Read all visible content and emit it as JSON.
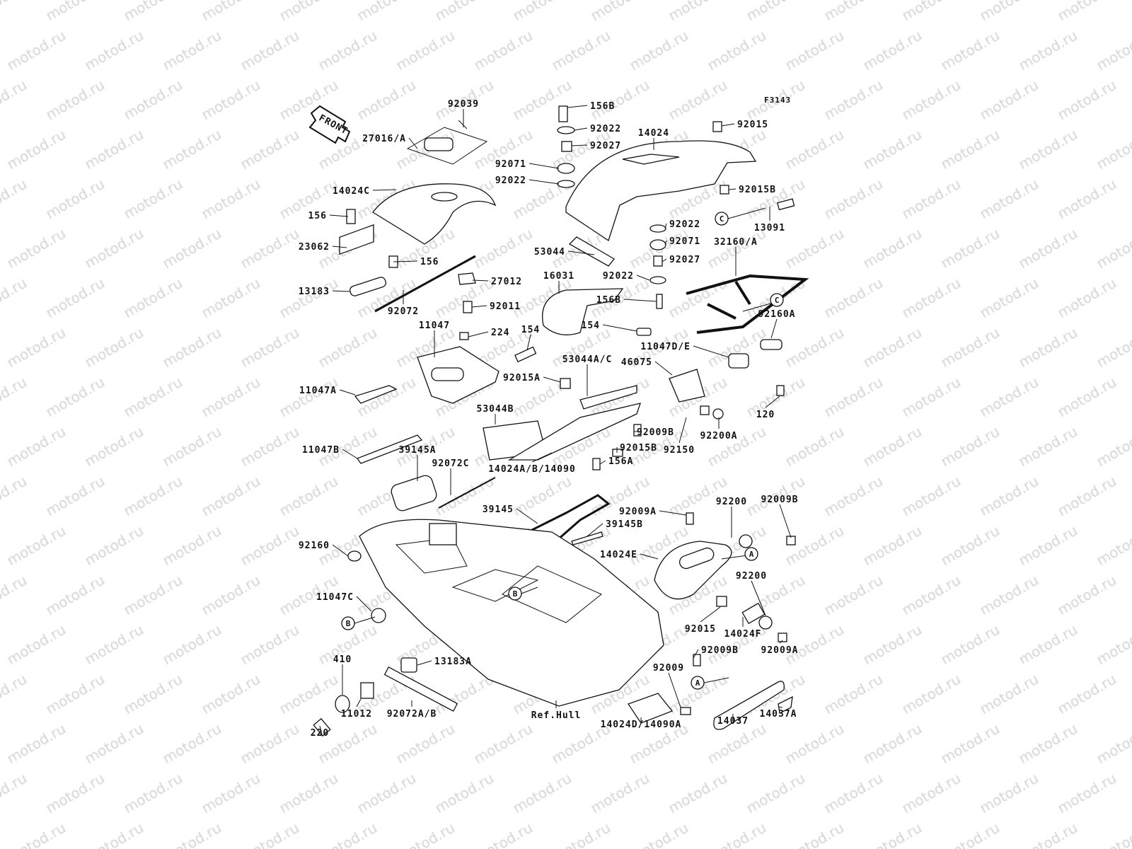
{
  "diagram": {
    "figure_code": "F3143",
    "front_arrow": "FRONT",
    "watermark": "motod.ru",
    "labels": [
      "92039",
      "27016/A",
      "92071",
      "92022",
      "14024C",
      "156",
      "23062",
      "156",
      "13183",
      "27012",
      "92011",
      "92072",
      "11047",
      "224",
      "154",
      "11047A",
      "92015A",
      "53044B",
      "11047B",
      "39145A",
      "92072C",
      "14024A/B/14090",
      "156A",
      "92015B",
      "92009B",
      "92150",
      "92200A",
      "120",
      "46075",
      "11047D/E",
      "53044A/C",
      "92160A",
      "154",
      "156B",
      "16031",
      "92022",
      "92027",
      "92071",
      "92022",
      "53044",
      "32160/A",
      "13091",
      "92015B",
      "92015",
      "14024",
      "156B",
      "92022",
      "92027",
      "39145",
      "39145B",
      "92009A",
      "92200",
      "92009B",
      "14024E",
      "92160",
      "11047C",
      "92200",
      "92015",
      "14024F",
      "92009B",
      "92009A",
      "13183A",
      "410",
      "92009",
      "11012",
      "92072A/B",
      "Ref.Hull",
      "14024D/14090A",
      "14037",
      "14037A",
      "220"
    ],
    "reference_markers": [
      "C",
      "C",
      "A",
      "B",
      "B",
      "A"
    ]
  }
}
